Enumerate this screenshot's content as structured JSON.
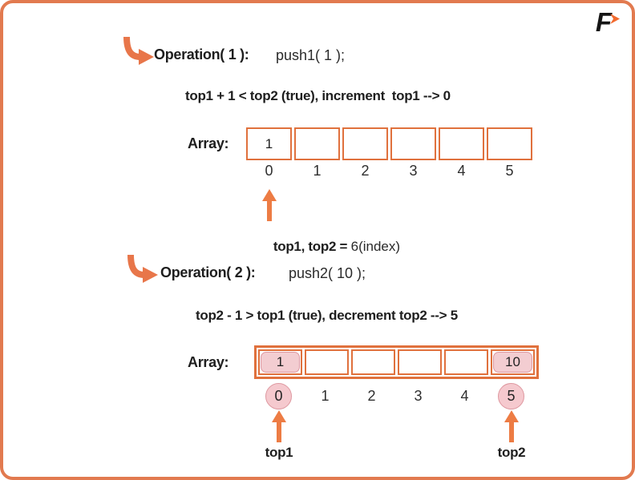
{
  "logo": {
    "letter": "F"
  },
  "colors": {
    "frame_orange": "#E27A4F",
    "array_border_orange": "#E0713D",
    "arrow_orange": "#ED7C44",
    "pink_fill": "#F3CDD1",
    "pink_border": "#DE98A0"
  },
  "section1": {
    "operation_label": "Operation( 1 ):",
    "operation_code": "push1( 1 );",
    "condition": "top1 + 1 < top2 (true), increment  top1 --> 0",
    "array_label": "Array:",
    "cells": [
      "1",
      "",
      "",
      "",
      "",
      ""
    ],
    "indices": [
      "0",
      "1",
      "2",
      "3",
      "4",
      "5"
    ],
    "pointer_label_bold": "top1, top2 = ",
    "pointer_label_regular": "6(index)"
  },
  "section2": {
    "operation_label": "Operation( 2 ):",
    "operation_code": "push2( 10 );",
    "condition": "top2 - 1 > top1 (true), decrement top2 --> 5",
    "array_label": "Array:",
    "cells": [
      "1",
      "",
      "",
      "",
      "",
      "10"
    ],
    "indices": [
      "0",
      "1",
      "2",
      "3",
      "4",
      "5"
    ],
    "top1_label": "top1",
    "top2_label": "top2"
  }
}
